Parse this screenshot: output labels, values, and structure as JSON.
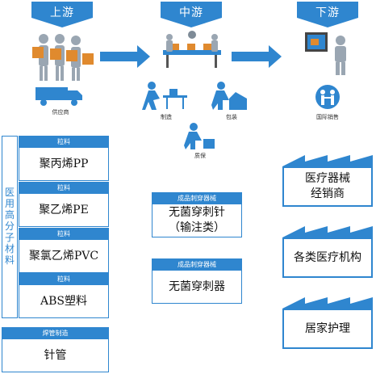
{
  "stages": [
    {
      "label": "上游"
    },
    {
      "label": "中游"
    },
    {
      "label": "下游"
    }
  ],
  "icons": {
    "supplier": {
      "caption": "供应商"
    },
    "making": {
      "caption": "制造"
    },
    "packing": {
      "caption": "包装"
    },
    "sales": {
      "caption": "国际销售"
    },
    "qc": {
      "caption": "质保"
    }
  },
  "materials": {
    "side_label": "医用高分子材料",
    "items": [
      {
        "header": "粒料",
        "name": "聚丙烯PP"
      },
      {
        "header": "粒料",
        "name": "聚乙烯PE"
      },
      {
        "header": "粒料",
        "name": "聚氯乙烯PVC"
      },
      {
        "header": "粒料",
        "name": "ABS塑料"
      }
    ],
    "tube": {
      "header": "焊管制造",
      "name": "针管"
    }
  },
  "products": [
    {
      "header": "成品刺穿器械",
      "line1": "无菌穿刺针",
      "line2": "（输注类）"
    },
    {
      "header": "成品刺穿器械",
      "line1": "无菌穿刺器",
      "line2": ""
    }
  ],
  "downstream": [
    {
      "line1": "医疗器械",
      "line2": "经销商"
    },
    {
      "line1": "各类医疗机构",
      "line2": ""
    },
    {
      "line1": "居家护理",
      "line2": ""
    }
  ],
  "colors": {
    "primary": "#2f86cf",
    "text": "#111111"
  }
}
